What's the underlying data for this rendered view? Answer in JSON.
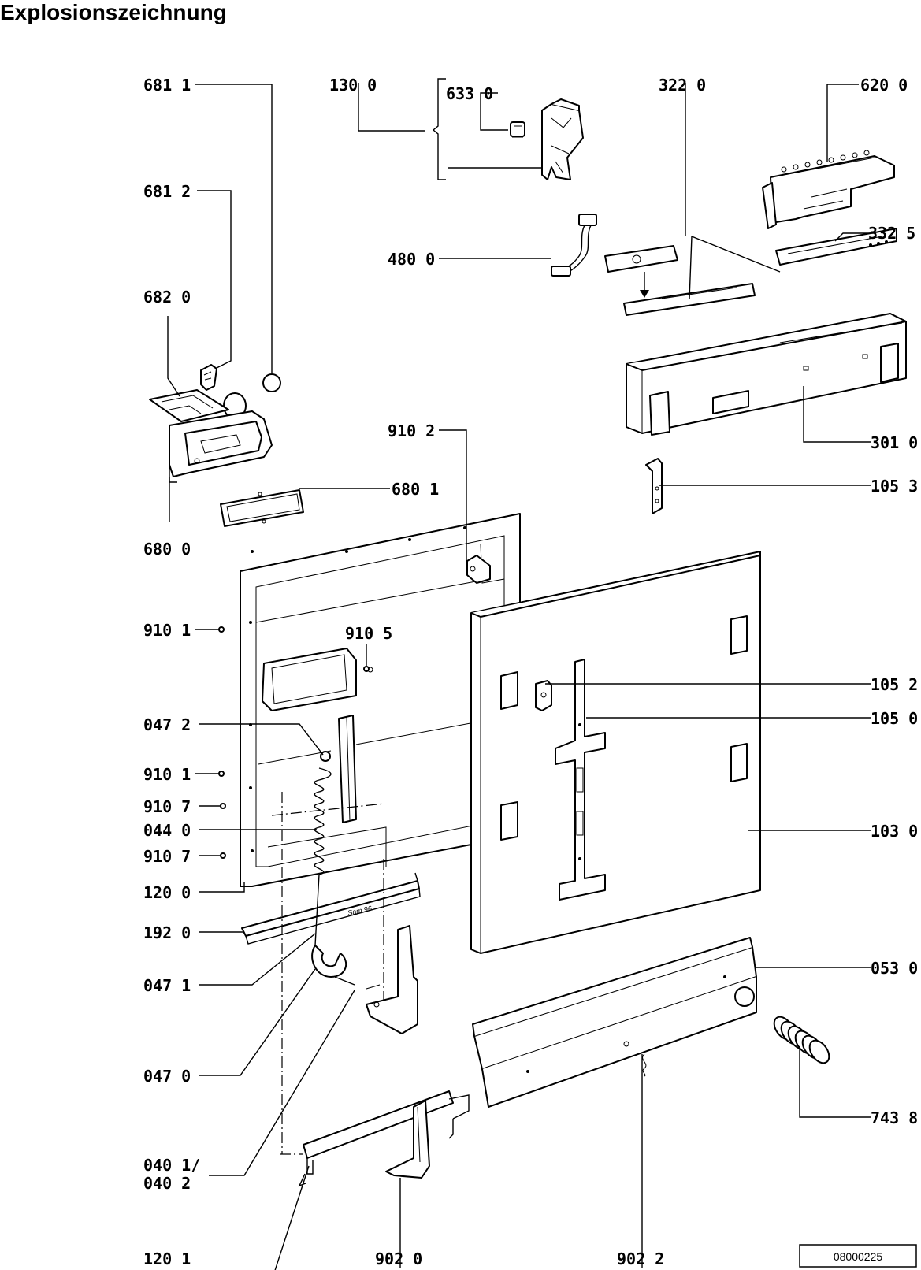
{
  "title": "Explosionszeichnung",
  "doc_number": "08000225",
  "stamp_text": "Sam.96",
  "labels": {
    "l6811": "681 1",
    "l1300": "130 0",
    "l6330": "633 0",
    "l3220": "322 0",
    "l6200": "620 0",
    "l6812": "681 2",
    "l3325": "332 5",
    "l4800": "480 0",
    "l6820": "682 0",
    "l3010": "301 0",
    "l9102": "910 2",
    "l1053": "105 3",
    "l6801": "680 1",
    "l6800": "680 0",
    "l9101a": "910 1",
    "l9105": "910 5",
    "l1052": "105 2",
    "l1050": "105 0",
    "l0472": "047 2",
    "l9101b": "910 1",
    "l9107a": "910 7",
    "l0440": "044 0",
    "l1030": "103 0",
    "l9107b": "910 7",
    "l1200": "120 0",
    "l1920": "192 0",
    "l0530": "053 0",
    "l0471": "047 1",
    "l0470": "047 0",
    "l7438": "743 8",
    "l0401": "040 1/",
    "l0402": "040 2",
    "l1201": "120 1",
    "l9020": "902 0",
    "l9022": "902 2"
  }
}
